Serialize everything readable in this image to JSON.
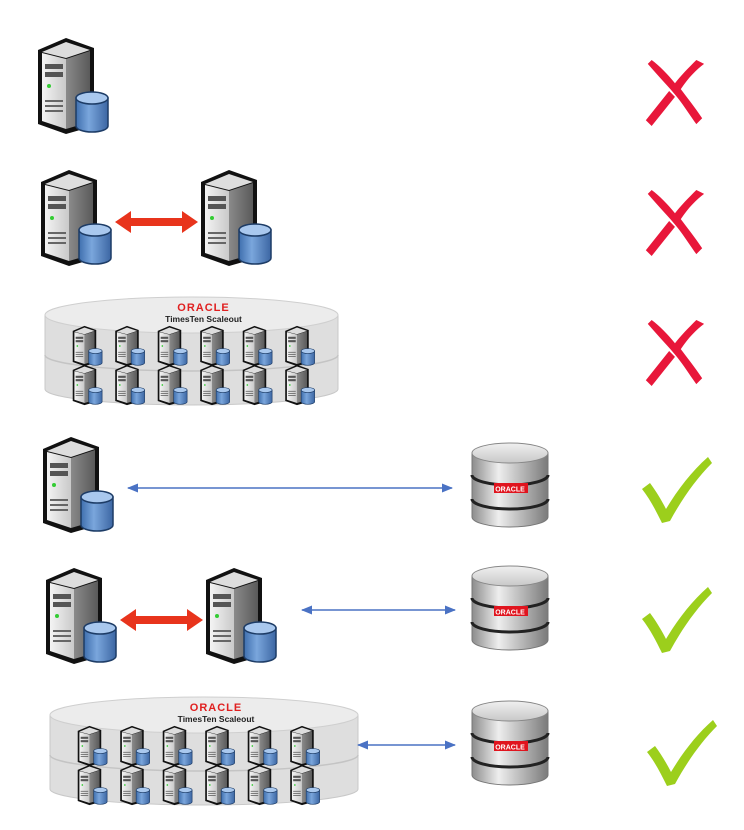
{
  "scaleout": {
    "brand": "ORACLE",
    "product": "TimesTen Scaleout"
  },
  "database": {
    "brand": "ORACLE"
  },
  "colors": {
    "cross": "#e8173a",
    "check": "#9ccf1c",
    "replication_arrow": "#e8341c",
    "connection_arrow": "#4a72c4",
    "db_blue": "#5d8fc9"
  },
  "rows": [
    {
      "config": "single-server",
      "cache_backend": false,
      "status": "cross-icon"
    },
    {
      "config": "replicated-pair",
      "cache_backend": false,
      "status": "cross-icon"
    },
    {
      "config": "scaleout-grid",
      "cache_backend": false,
      "status": "cross-icon"
    },
    {
      "config": "single-server",
      "cache_backend": true,
      "status": "check-icon"
    },
    {
      "config": "replicated-pair",
      "cache_backend": true,
      "status": "check-icon"
    },
    {
      "config": "scaleout-grid",
      "cache_backend": true,
      "status": "check-icon"
    }
  ]
}
